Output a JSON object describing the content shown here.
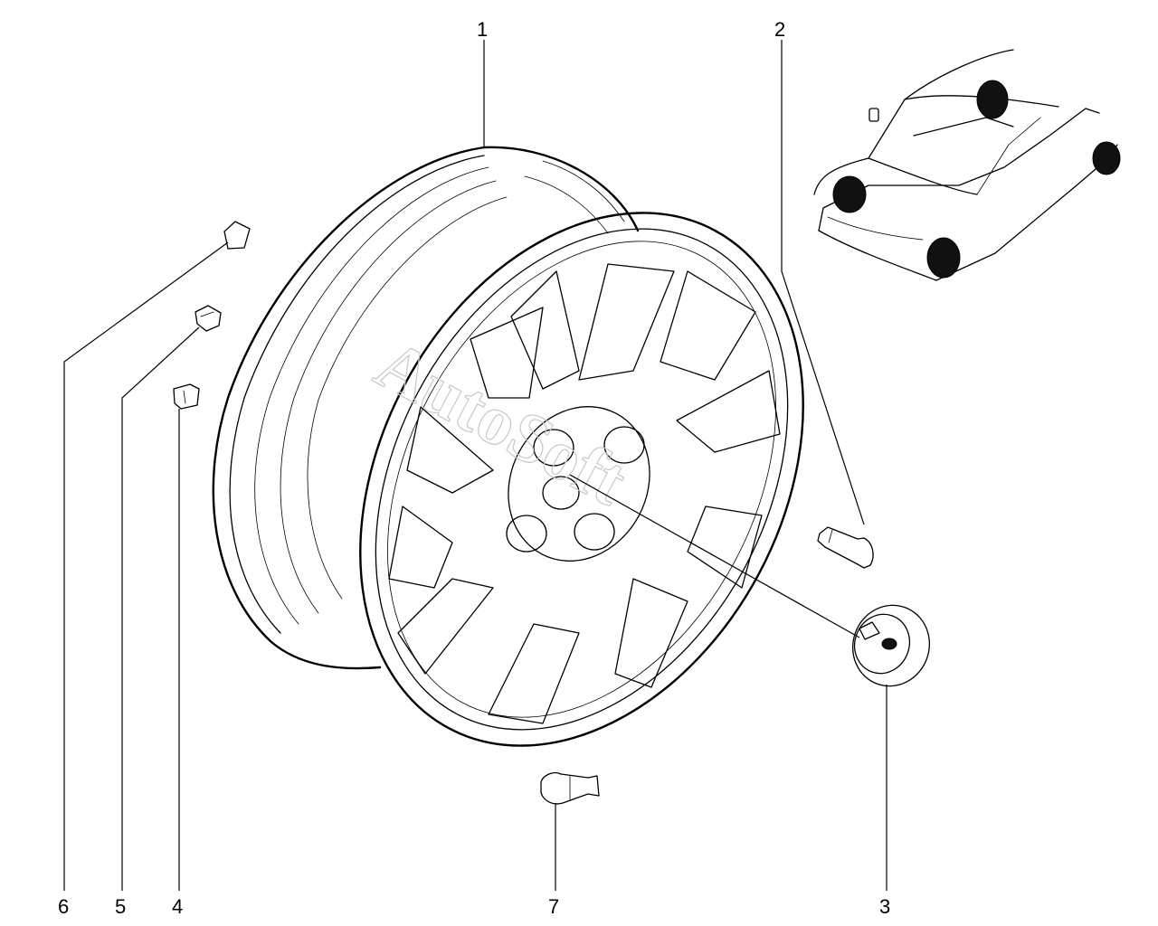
{
  "callouts": [
    {
      "id": "1",
      "label": "1"
    },
    {
      "id": "2",
      "label": "2"
    },
    {
      "id": "3",
      "label": "3"
    },
    {
      "id": "4",
      "label": "4"
    },
    {
      "id": "5",
      "label": "5"
    },
    {
      "id": "6",
      "label": "6"
    },
    {
      "id": "7",
      "label": "7"
    }
  ],
  "watermark": "AutoSoft",
  "colors": {
    "ink": "#000000",
    "paper": "#ffffff",
    "watermark": "#c8c8c8"
  }
}
